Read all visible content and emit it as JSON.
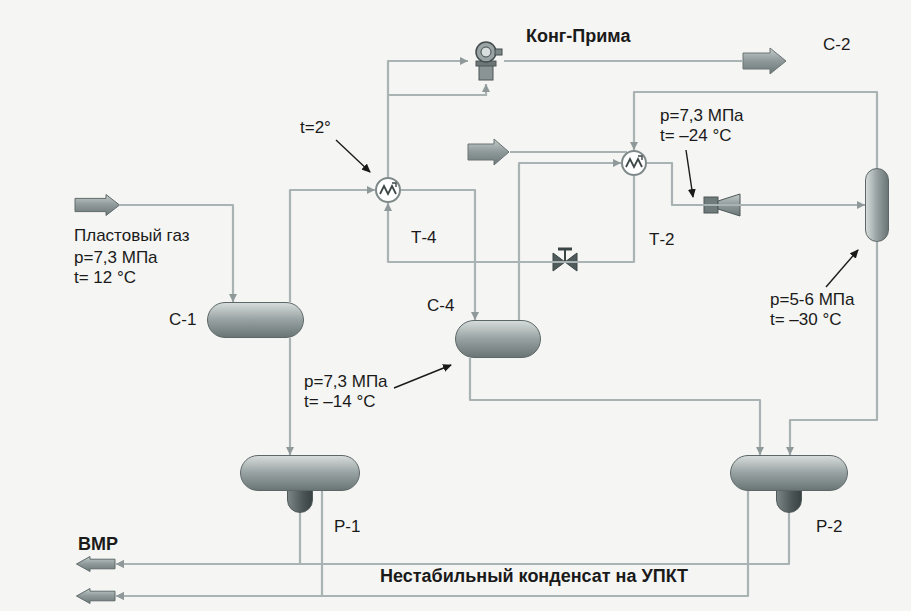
{
  "diagram": {
    "nodes": [
      {
        "text": [
          "Пластовый газ",
          "p=7,3 МПа t= 12 °C"
        ]
      },
      {
        "text": [
          "С-1"
        ]
      },
      {
        "text": [
          "Т-4"
        ]
      },
      {
        "text": [
          "Конг-Прима"
        ]
      },
      {
        "text": [
          "Т-2"
        ]
      },
      {
        "text": [
          "С-4"
        ]
      },
      {
        "text": [
          "С-2"
        ]
      },
      {
        "text": [
          "Р-1"
        ]
      },
      {
        "text": [
          "Р-2"
        ]
      },
      {
        "text": [
          "ВМР"
        ]
      },
      {
        "text": [
          "Нестабильный конденсат на УПКТ"
        ]
      }
    ],
    "edges": [
      {
        "from": 0,
        "to": 1,
        "arrow": "to"
      },
      {
        "from": 1,
        "to": 2,
        "arrow": "to"
      },
      {
        "from": 2,
        "to": 5,
        "arrow": "to"
      },
      {
        "from": 5,
        "to": 4,
        "arrow": "to"
      },
      {
        "from": 4,
        "to": 6,
        "arrow": "to"
      },
      {
        "from": 6,
        "to": 4,
        "arrow": "to"
      },
      {
        "from": 4,
        "to": 2,
        "arrow": "to"
      },
      {
        "from": 2,
        "to": 3,
        "arrow": "to"
      },
      {
        "from": 1,
        "to": 7,
        "arrow": "to"
      },
      {
        "from": 5,
        "to": 8,
        "arrow": "to"
      },
      {
        "from": 6,
        "to": 8,
        "arrow": "to"
      },
      {
        "from": 7,
        "to": 9,
        "arrow": "to"
      },
      {
        "from": 8,
        "to": 9,
        "arrow": "to"
      },
      {
        "from": 7,
        "to": 10,
        "arrow": "to"
      },
      {
        "from": 8,
        "to": 10,
        "arrow": "to"
      }
    ],
    "labels": [
      "t=2°",
      "p=7,3 МПа t= –24 °C",
      "p=5-6 МПа t= –30 °C",
      "p=7,3 МПа t= –14 °C"
    ]
  }
}
